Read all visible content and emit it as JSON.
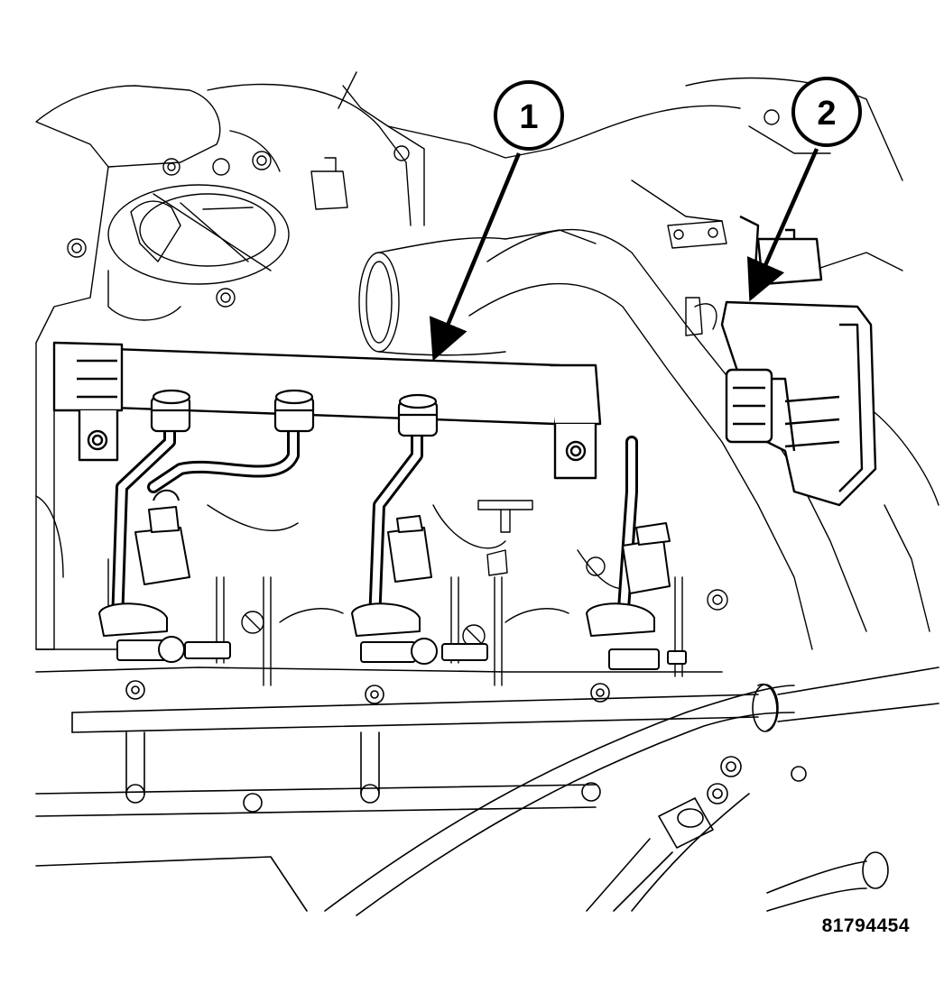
{
  "callouts": [
    {
      "id": "1",
      "label": "1"
    },
    {
      "id": "2",
      "label": "2"
    }
  ],
  "figure_number": "81794454",
  "colors": {
    "line": "#000000",
    "background": "#ffffff"
  }
}
